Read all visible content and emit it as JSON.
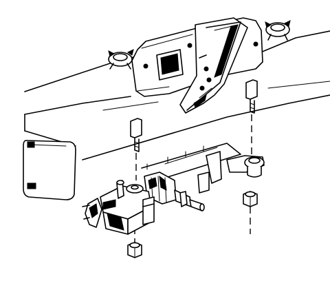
{
  "diagram": {
    "background": "#ffffff",
    "ink": "#000000",
    "parts": [
      {
        "name": "frame-crossmember"
      },
      {
        "name": "steering-gear-mount-bracket"
      },
      {
        "name": "bolt"
      },
      {
        "name": "bolt"
      },
      {
        "name": "nut"
      },
      {
        "name": "nut"
      },
      {
        "name": "steering-gear-rack-assembly"
      }
    ]
  }
}
